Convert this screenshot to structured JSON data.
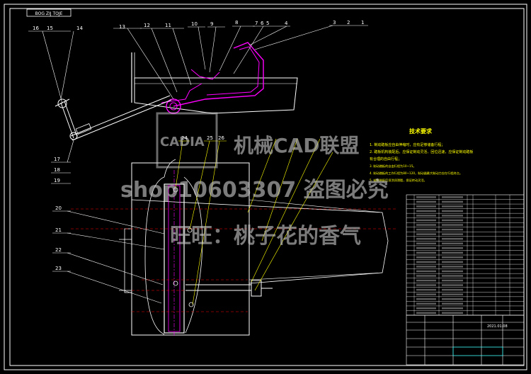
{
  "drawing": {
    "title_code": "BOG ZIJ TOJE",
    "callouts_top": [
      "16",
      "15",
      "14",
      "13",
      "12",
      "11",
      "10",
      "9",
      "8",
      "7",
      "6",
      "5",
      "4",
      "3",
      "2",
      "1"
    ],
    "callouts_left": [
      "17",
      "18",
      "19",
      "20",
      "21",
      "22",
      "23"
    ],
    "callouts_mid": [
      "26",
      "25",
      "24"
    ]
  },
  "technical_requirements": {
    "heading": "技术要求",
    "items": [
      "1. 制动踏板应自由伸缩时，应有足够储备行程；",
      "2. 踏板机构装配后，应保证制动灵活、回位迅速，应保证制动踏板",
      "   有合理的自由行程；",
      "3. 制动踏板的自由行程为10~15。",
      "4. 制动踏板的工作行程为80~120，制动器最大制动力应在行程终点。",
      "5. 轴销装配后须涂润滑脂，保证转动灵活。"
    ]
  },
  "watermark": {
    "brand": "机械CAD联盟",
    "logo_text": "CADIA",
    "shop": "shop10603307 盗图必究",
    "wangwang": "旺旺：桃子花的香气"
  },
  "title_block": {
    "date": "2021.01.08"
  },
  "colors": {
    "background": "#000000",
    "lines": "#ffffff",
    "leaders": "#ffff00",
    "part": "#ff00ff",
    "hidden": "#ff0000",
    "text_yellow": "#ffff00",
    "bom": "#00ffff"
  }
}
